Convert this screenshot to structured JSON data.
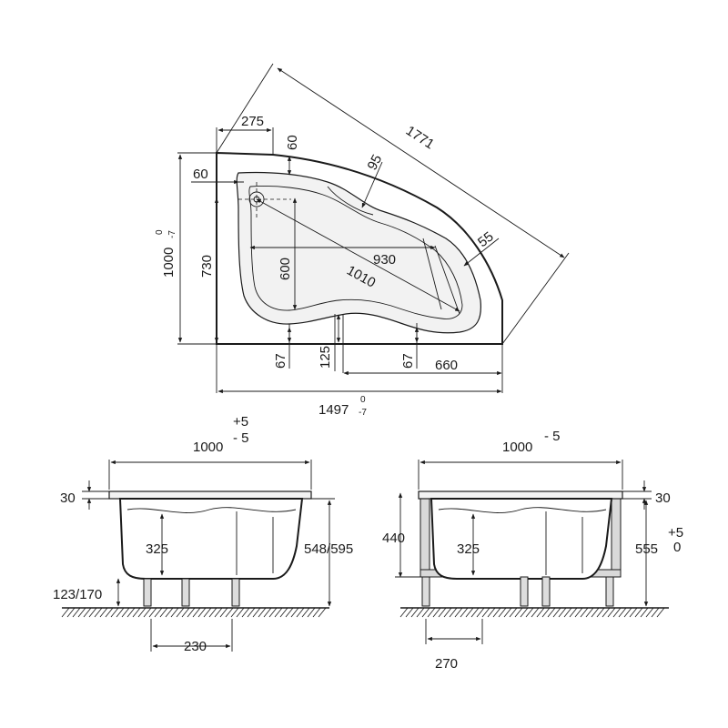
{
  "top_view": {
    "dim_275": "275",
    "dim_60_top": "60",
    "dim_60_left": "60",
    "dim_95": "95",
    "dim_1771": "1771",
    "dim_55": "55",
    "dim_1000": "1000",
    "dim_1000_tol_top": "0",
    "dim_1000_tol_bottom": "-7",
    "dim_730": "730",
    "dim_600": "600",
    "dim_930": "930",
    "dim_1010": "1010",
    "dim_67_left": "67",
    "dim_125": "125",
    "dim_67_right": "67",
    "dim_660": "660",
    "dim_1497": "1497",
    "dim_1497_tol_top": "0",
    "dim_1497_tol_bottom": "-7"
  },
  "side_view_left": {
    "dim_1000": "1000",
    "dim_1000_tol_top": "+5",
    "dim_1000_tol_bottom": "- 5",
    "dim_30": "30",
    "dim_325": "325",
    "dim_548_595": "548/595",
    "dim_123_170": "123/170",
    "dim_230": "230"
  },
  "side_view_right": {
    "dim_1000": "1000",
    "dim_1000_tol": "- 5",
    "dim_30": "30",
    "dim_440": "440",
    "dim_325": "325",
    "dim_555": "555",
    "dim_555_tol_top": "+5",
    "dim_555_tol_bottom": "0",
    "dim_270": "270"
  }
}
